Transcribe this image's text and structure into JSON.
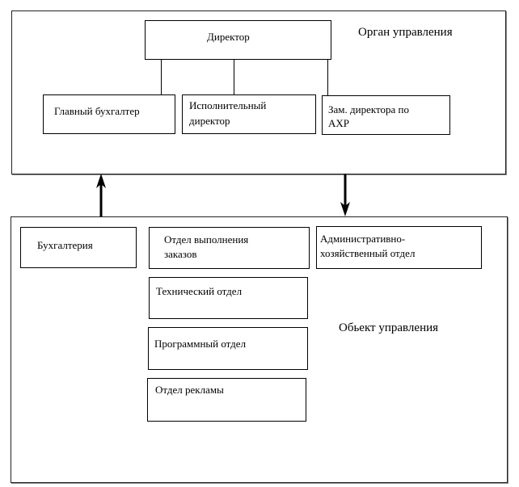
{
  "management_body": {
    "title": "Орган управления",
    "director": "Директор",
    "subordinates": [
      {
        "label": "Главный бухгалтер"
      },
      {
        "label": "Исполнительный директор",
        "lines": [
          "Исполнительный",
          "директор"
        ]
      },
      {
        "label": "Зам. директора по АХР",
        "lines": [
          "Зам. директора по",
          "АХР"
        ]
      }
    ]
  },
  "managed_object": {
    "title": "Обьект управления",
    "departments": [
      {
        "label": "Бухгалтерия"
      },
      {
        "label": "Отдел выполнения заказов",
        "lines": [
          "Отдел выполнения",
          "заказов"
        ]
      },
      {
        "label": "Административно-хозяйственный отдел",
        "lines": [
          "Административно-",
          "хозяйственный отдел"
        ]
      },
      {
        "label": "Технический отдел"
      },
      {
        "label": "Программный отдел"
      },
      {
        "label": "Отдел рекламы"
      }
    ]
  },
  "connections": [
    {
      "from": "Обьект управления",
      "to": "Орган управления",
      "direction": "up"
    },
    {
      "from": "Орган управления",
      "to": "Обьект управления",
      "direction": "down"
    },
    {
      "from": "Директор",
      "to": "Главный бухгалтер"
    },
    {
      "from": "Директор",
      "to": "Исполнительный директор"
    },
    {
      "from": "Директор",
      "to": "Зам. директора по АХР"
    }
  ]
}
